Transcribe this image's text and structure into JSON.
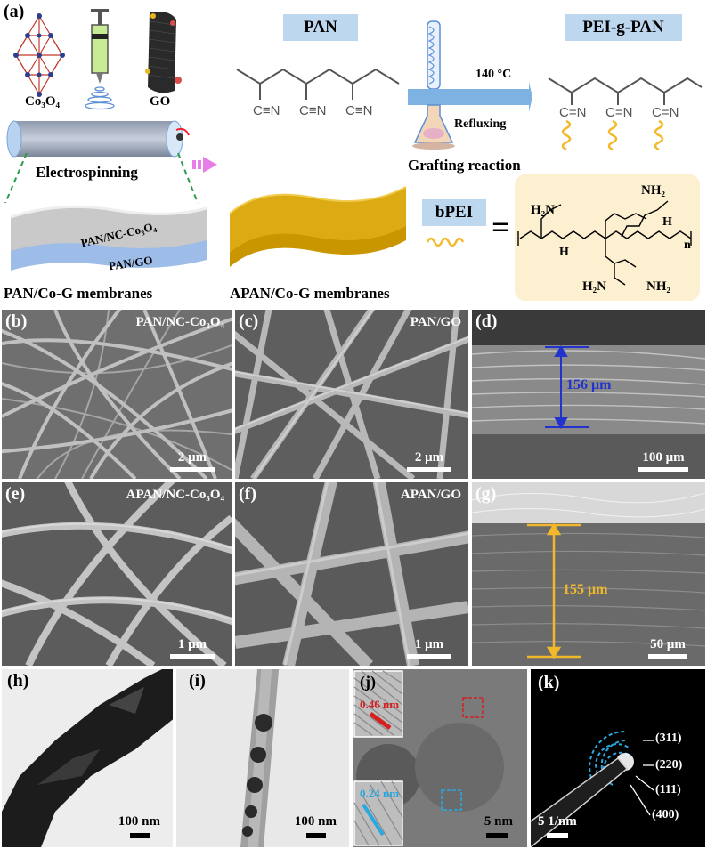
{
  "panel_a": {
    "label": "(a)",
    "co3o4": "Co₃O₄",
    "go": "GO",
    "electrospinning": "Electrospinning",
    "layer_top": "PAN/NC-Co₃O₄",
    "layer_bottom": "PAN/GO",
    "membranes_left": "PAN/Co-G membranes",
    "pan": "PAN",
    "pei_g_pan": "PEI-g-PAN",
    "temp": "140 °C",
    "refluxing": "Refluxing",
    "grafting": "Grafting reaction",
    "membranes_right": "APAN/Co-G membranes",
    "bpei": "bPEI",
    "equals": "=",
    "cn1": "C≡N",
    "cn2": "C≡N",
    "cn3": "C≡N",
    "cdn1": "C=N",
    "cdn2": "C=N",
    "cdn3": "C=N",
    "h2n_top_left": "H₂N",
    "nh2_top_right": "NH₂",
    "h2n_bottom": "H₂N",
    "nh2_bottom": "NH₂",
    "n_sub": "n",
    "h_left": "H",
    "h_right": "H"
  },
  "panels": [
    {
      "id": "b",
      "label": "(b)",
      "title": "PAN/NC-Co₃O₄",
      "scale": "2 μm"
    },
    {
      "id": "c",
      "label": "(c)",
      "title": "PAN/GO",
      "scale": "2 μm"
    },
    {
      "id": "d",
      "label": "(d)",
      "measure": "156 μm",
      "scale": "100 μm"
    },
    {
      "id": "e",
      "label": "(e)",
      "title": "APAN/NC-Co₃O₄",
      "scale": "1 μm"
    },
    {
      "id": "f",
      "label": "(f)",
      "title": "APAN/GO",
      "scale": "1 μm"
    },
    {
      "id": "g",
      "label": "(g)",
      "measure": "155 μm",
      "scale": "50 μm"
    },
    {
      "id": "h",
      "label": "(h)",
      "scale": "100 nm"
    },
    {
      "id": "i",
      "label": "(i)",
      "scale": "100 nm"
    },
    {
      "id": "j",
      "label": "(j)",
      "d1": "0.46 nm",
      "d2": "0.24 nm",
      "scale": "5 nm"
    },
    {
      "id": "k",
      "label": "(k)",
      "scale": "5 1/nm",
      "rings": [
        "(311)",
        "(220)",
        "(111)",
        "(400)"
      ]
    }
  ],
  "colors": {
    "box": "#bcd7ee",
    "blue_measure": "#2233cc",
    "gold_measure": "#f0b82a",
    "red": "#d42020",
    "cyan": "#2aa8e0"
  }
}
